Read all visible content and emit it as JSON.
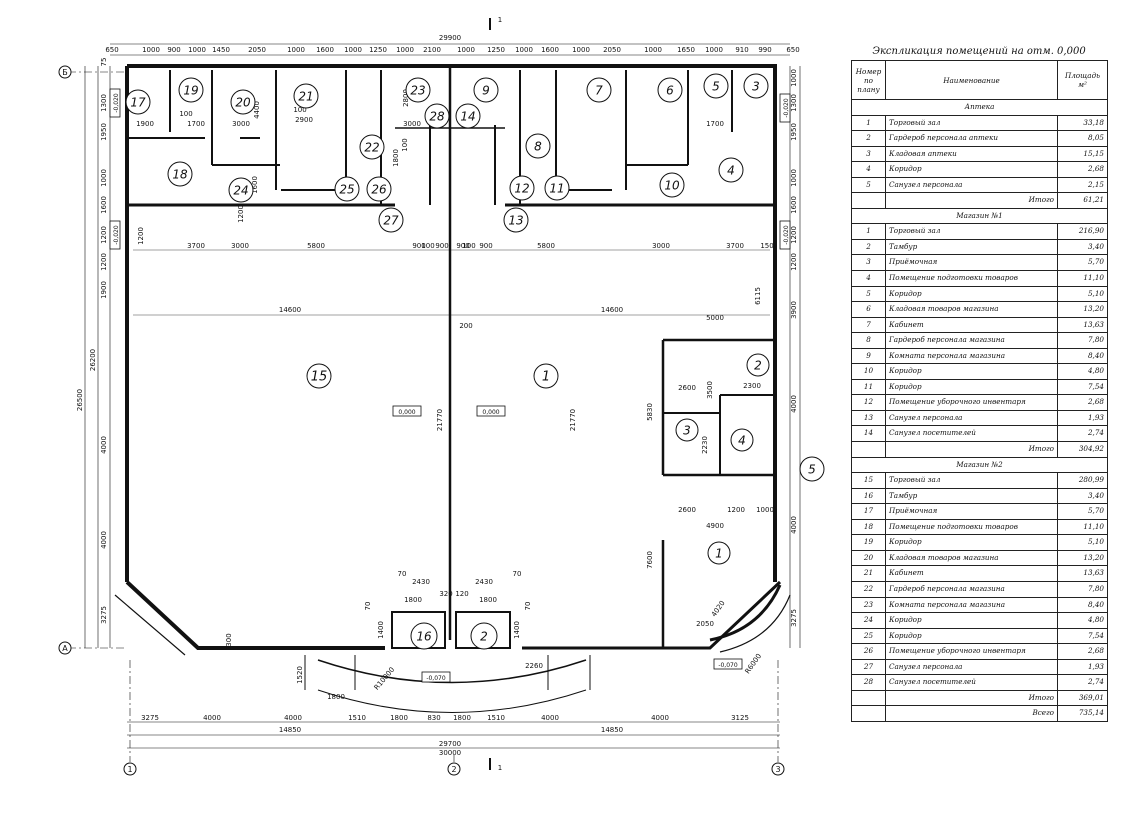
{
  "plan": {
    "top_overall": "29900",
    "top_dims": [
      "650",
      "1000",
      "900",
      "1000",
      "1450",
      "2050",
      "1000",
      "1600",
      "1000",
      "1250",
      "1000",
      "2100",
      "1000",
      "1250",
      "1000",
      "1600",
      "1000",
      "2050",
      "1000",
      "1650",
      "1000",
      "910",
      "990",
      "650"
    ],
    "inner_dims_row": [
      "3700",
      "3000",
      "5800",
      "900",
      "100",
      "900",
      "900",
      "100",
      "900",
      "5800",
      "3000",
      "3700",
      "150"
    ],
    "left_dims": [
      "75",
      "1300",
      "1950",
      "1000",
      "1600",
      "1200",
      "1200",
      "1900",
      "4000",
      "4000",
      "3275"
    ],
    "left_overall": [
      "26500",
      "26200"
    ],
    "right_dims": [
      "1000",
      "1300",
      "1950",
      "1000",
      "1600",
      "1200",
      "1200",
      "3900",
      "4000",
      "4000",
      "3275"
    ],
    "bottom_dims": [
      "3275",
      "4000",
      "4000",
      "1510",
      "1800",
      "830",
      "1800",
      "1510",
      "4000",
      "4000",
      "3125"
    ],
    "bottom_sub": [
      "14850",
      "14850"
    ],
    "bottom_overall": [
      "29700",
      "30000"
    ],
    "rooms_top_left": [
      "17",
      "19",
      "20",
      "21",
      "23",
      "18",
      "22",
      "24",
      "25",
      "26",
      "28",
      "27"
    ],
    "rooms_top_right": [
      "9",
      "7",
      "6",
      "5",
      "3",
      "14",
      "8",
      "12",
      "11",
      "10",
      "4",
      "13"
    ],
    "room_15": "15",
    "room_1": "1",
    "vestibule_left": "16",
    "vestibule_right": "2",
    "pharmacy_rooms": [
      "2",
      "3",
      "4",
      "1"
    ],
    "callout_5": "5",
    "level_mark": "0,000",
    "level_minus": "-0,020",
    "level_minus_070": "-0,070",
    "hall_dims": [
      "14600",
      "14600",
      "200",
      "21770",
      "21770",
      "5000",
      "5830",
      "6115"
    ],
    "pharm_dims": [
      "2600",
      "3500",
      "2300",
      "2230",
      "2600",
      "1200",
      "1000",
      "4900",
      "7600",
      "4020",
      "2050",
      "R6000"
    ],
    "vest_dims": [
      "2430",
      "2430",
      "1800",
      "1800",
      "320",
      "120",
      "1400",
      "1400",
      "70",
      "70",
      "70",
      "70"
    ],
    "front_dims": [
      "1520",
      "1800",
      "2260",
      "R10000"
    ],
    "wall_dims": [
      "1900",
      "1700",
      "100",
      "3000",
      "4400",
      "2900",
      "1700",
      "2800",
      "3000",
      "100",
      "100",
      "1600",
      "1800",
      "1200",
      "300",
      "1200"
    ],
    "axes": [
      "1",
      "2",
      "3",
      "A",
      "Б"
    ],
    "section_mark": "1"
  },
  "table": {
    "title": "Экспликация помещений на отм. 0,000",
    "headers": [
      "Номер по плану",
      "Наименование",
      "Площадь м²"
    ],
    "sections": [
      {
        "name": "Аптека",
        "rows": [
          [
            "1",
            "Торговый зал",
            "33,18"
          ],
          [
            "2",
            "Гардероб персонала аптеки",
            "8,05"
          ],
          [
            "3",
            "Кладовая аптеки",
            "15,15"
          ],
          [
            "4",
            "Коридор",
            "2,68"
          ],
          [
            "5",
            "Санузел персонала",
            "2,15"
          ]
        ],
        "total_label": "Итого",
        "total": "61,21"
      },
      {
        "name": "Магазин №1",
        "rows": [
          [
            "1",
            "Торговый зал",
            "216,90"
          ],
          [
            "2",
            "Тамбур",
            "3,40"
          ],
          [
            "3",
            "Приёмочная",
            "5,70"
          ],
          [
            "4",
            "Помещение подготовки товаров",
            "11,10"
          ],
          [
            "5",
            "Коридор",
            "5,10"
          ],
          [
            "6",
            "Кладовая товаров магазина",
            "13,20"
          ],
          [
            "7",
            "Кабинет",
            "13,63"
          ],
          [
            "8",
            "Гардероб персонала магазина",
            "7,80"
          ],
          [
            "9",
            "Комната персонала магазина",
            "8,40"
          ],
          [
            "10",
            "Коридор",
            "4,80"
          ],
          [
            "11",
            "Коридор",
            "7,54"
          ],
          [
            "12",
            "Помещение уборочного инвентаря",
            "2,68"
          ],
          [
            "13",
            "Санузел персонала",
            "1,93"
          ],
          [
            "14",
            "Санузел посетителей",
            "2,74"
          ]
        ],
        "total_label": "Итого",
        "total": "304,92"
      },
      {
        "name": "Магазин №2",
        "rows": [
          [
            "15",
            "Торговый зал",
            "280,99"
          ],
          [
            "16",
            "Тамбур",
            "3,40"
          ],
          [
            "17",
            "Приёмочная",
            "5,70"
          ],
          [
            "18",
            "Помещение подготовки товаров",
            "11,10"
          ],
          [
            "19",
            "Коридор",
            "5,10"
          ],
          [
            "20",
            "Кладовая товаров магазина",
            "13,20"
          ],
          [
            "21",
            "Кабинет",
            "13,63"
          ],
          [
            "22",
            "Гардероб персонала магазина",
            "7,80"
          ],
          [
            "23",
            "Комната персонала магазина",
            "8,40"
          ],
          [
            "24",
            "Коридор",
            "4,80"
          ],
          [
            "25",
            "Коридор",
            "7,54"
          ],
          [
            "26",
            "Помещение уборочного инвентаря",
            "2,68"
          ],
          [
            "27",
            "Санузел персонала",
            "1,93"
          ],
          [
            "28",
            "Санузел посетителей",
            "2,74"
          ]
        ],
        "total_label": "Итого",
        "total": "369,01"
      }
    ],
    "grand_label": "Всего",
    "grand_total": "735,14"
  }
}
